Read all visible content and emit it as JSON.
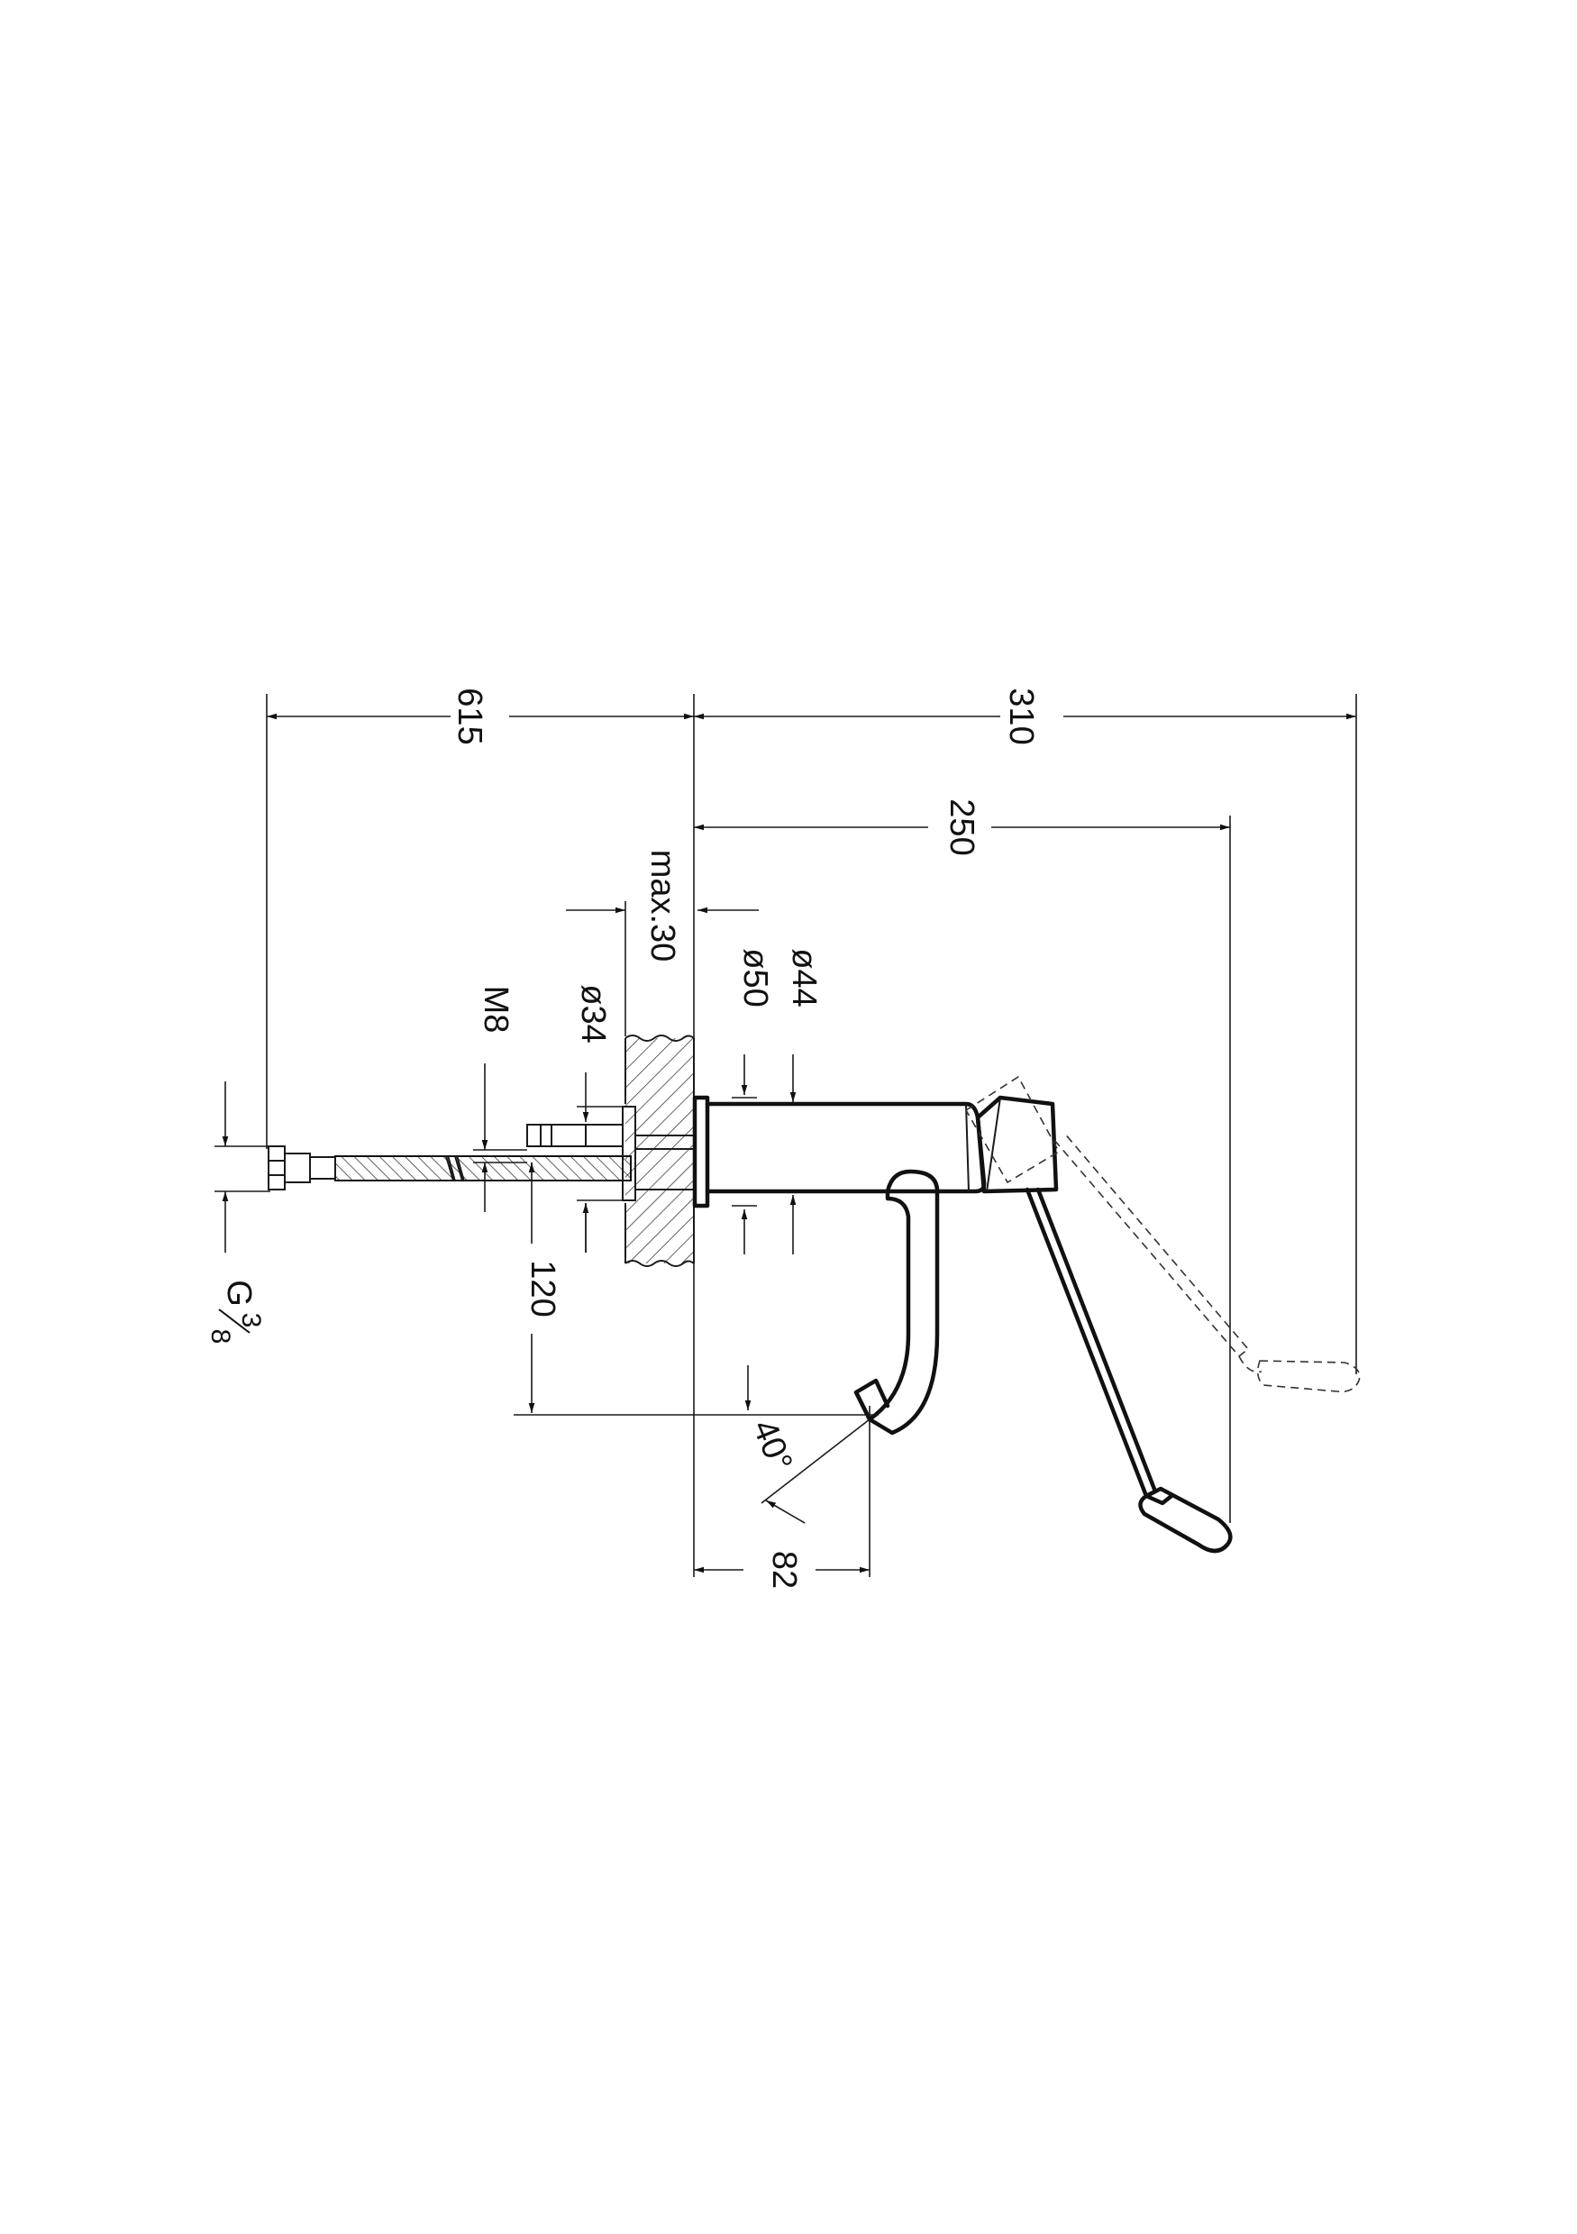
{
  "dimensions": {
    "overall_left": "615",
    "overall_right": "310",
    "lever_reach": "250",
    "wall_thickness": "max.30",
    "dia_34": "ø34",
    "dia_50": "ø50",
    "dia_44": "ø44",
    "thread_m8": "M8",
    "spout_height": "120",
    "spout_projection": "82",
    "spout_angle": "40°",
    "connector_base": "G",
    "connector_num": "3",
    "connector_den": "8"
  }
}
